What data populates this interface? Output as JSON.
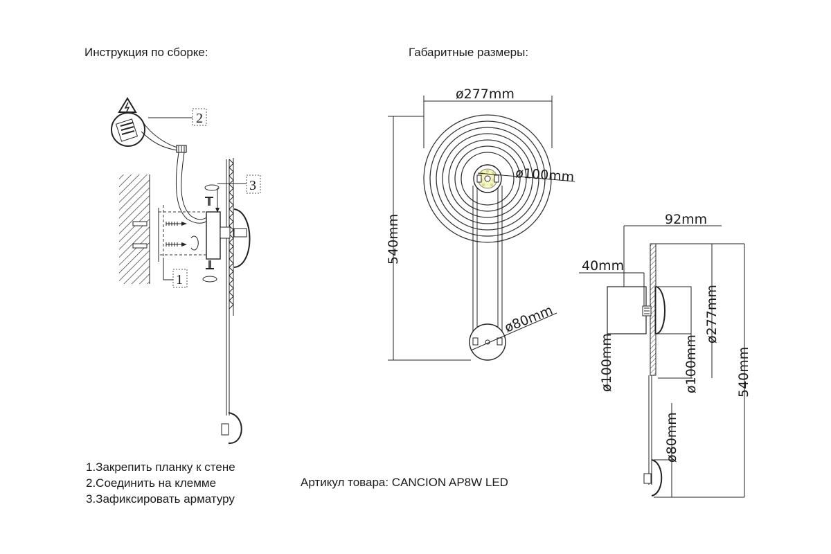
{
  "headings": {
    "assembly": "Инструкция по сборке:",
    "dimensions": "Габаритные размеры:"
  },
  "steps": [
    "1.Закрепить планку к стене",
    "2.Соединить на клемме",
    "3.Зафиксировать арматуру"
  ],
  "article": "Артикул товара: CANCION AP8W LED",
  "callouts": {
    "c1": "1",
    "c2": "2",
    "c3": "3"
  },
  "front_view": {
    "d_main": "ø277mm",
    "d_center": "ø100mm",
    "d_small": "ø80mm",
    "height": "540mm"
  },
  "side_view": {
    "depth_total": "92mm",
    "depth_small": "40mm",
    "d_left": "ø100mm",
    "d_mid": "ø100mm",
    "d_main": "ø277mm",
    "height": "540mm",
    "d_small": "ø80mm"
  },
  "icons": [
    "warning-triangle-icon",
    "terminal-block-icon",
    "screw-icon",
    "rotate-arrow-icon"
  ]
}
